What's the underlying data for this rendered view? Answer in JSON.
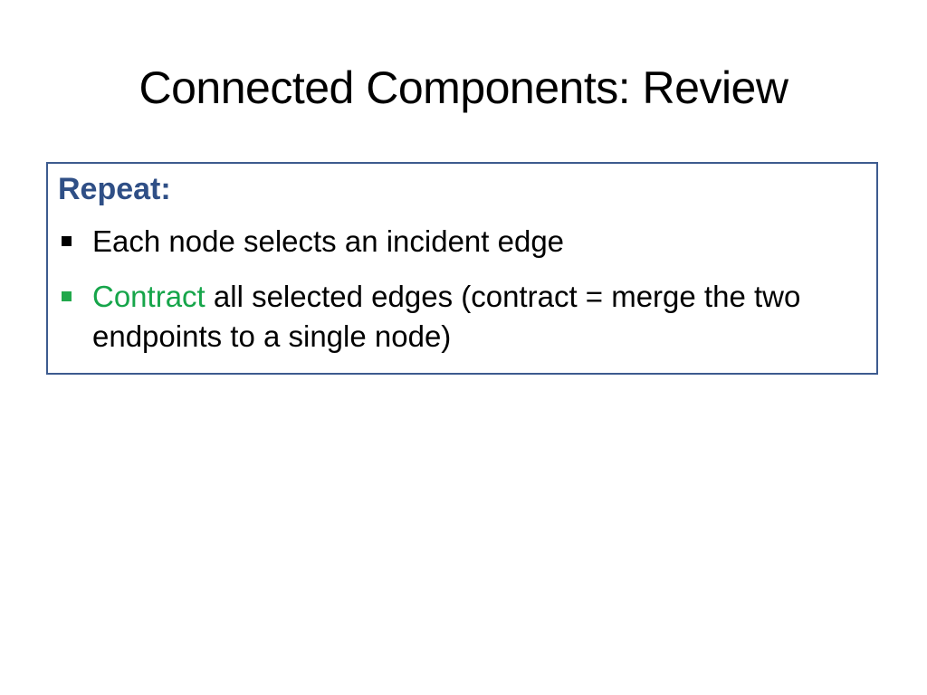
{
  "slide": {
    "title": "Connected Components: Review",
    "box": {
      "heading": "Repeat:",
      "bullets": [
        {
          "text": "Each node selects an incident edge",
          "marker_color": "#000000"
        },
        {
          "highlight": "Contract",
          "text": " all selected edges (contract = merge the two endpoints to a single node)",
          "highlight_color": "#16a54a",
          "marker_color": "#21a84b"
        }
      ]
    }
  },
  "colors": {
    "box_border": "#3d5b8f",
    "heading": "#2f4f86",
    "background": "#ffffff",
    "text": "#000000"
  }
}
